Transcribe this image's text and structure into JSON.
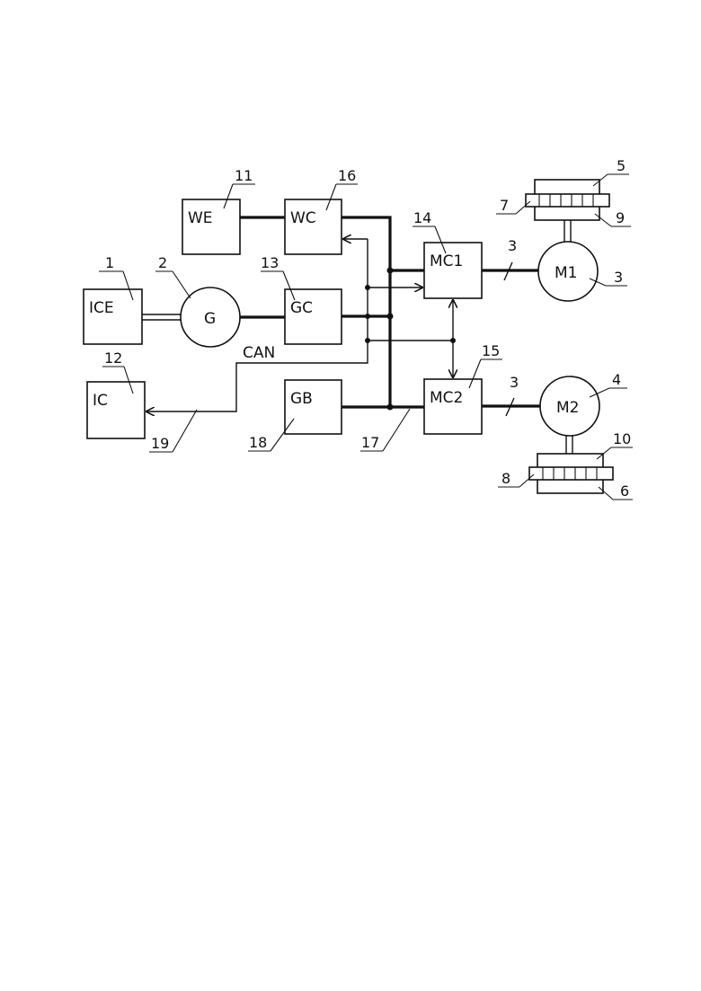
{
  "blocks": {
    "ice": "ICE",
    "g": "G",
    "gc": "GC",
    "we": "WE",
    "wc": "WC",
    "mc1": "MC1",
    "mc2": "MC2",
    "m1": "M1",
    "m2": "M2",
    "ic": "IC",
    "gb": "GB"
  },
  "bus_label": "CAN",
  "phase_marks": [
    "3",
    "3"
  ],
  "ref_numbers": {
    "n1": "1",
    "n2": "2",
    "n3a": "3",
    "n3b": "3",
    "n3c": "3",
    "n4": "4",
    "n5": "5",
    "n6": "6",
    "n7": "7",
    "n8": "8",
    "n9": "9",
    "n10": "10",
    "n11": "11",
    "n12": "12",
    "n13": "13",
    "n14": "14",
    "n15": "15",
    "n16": "16",
    "n17": "17",
    "n18": "18",
    "n19": "19"
  }
}
